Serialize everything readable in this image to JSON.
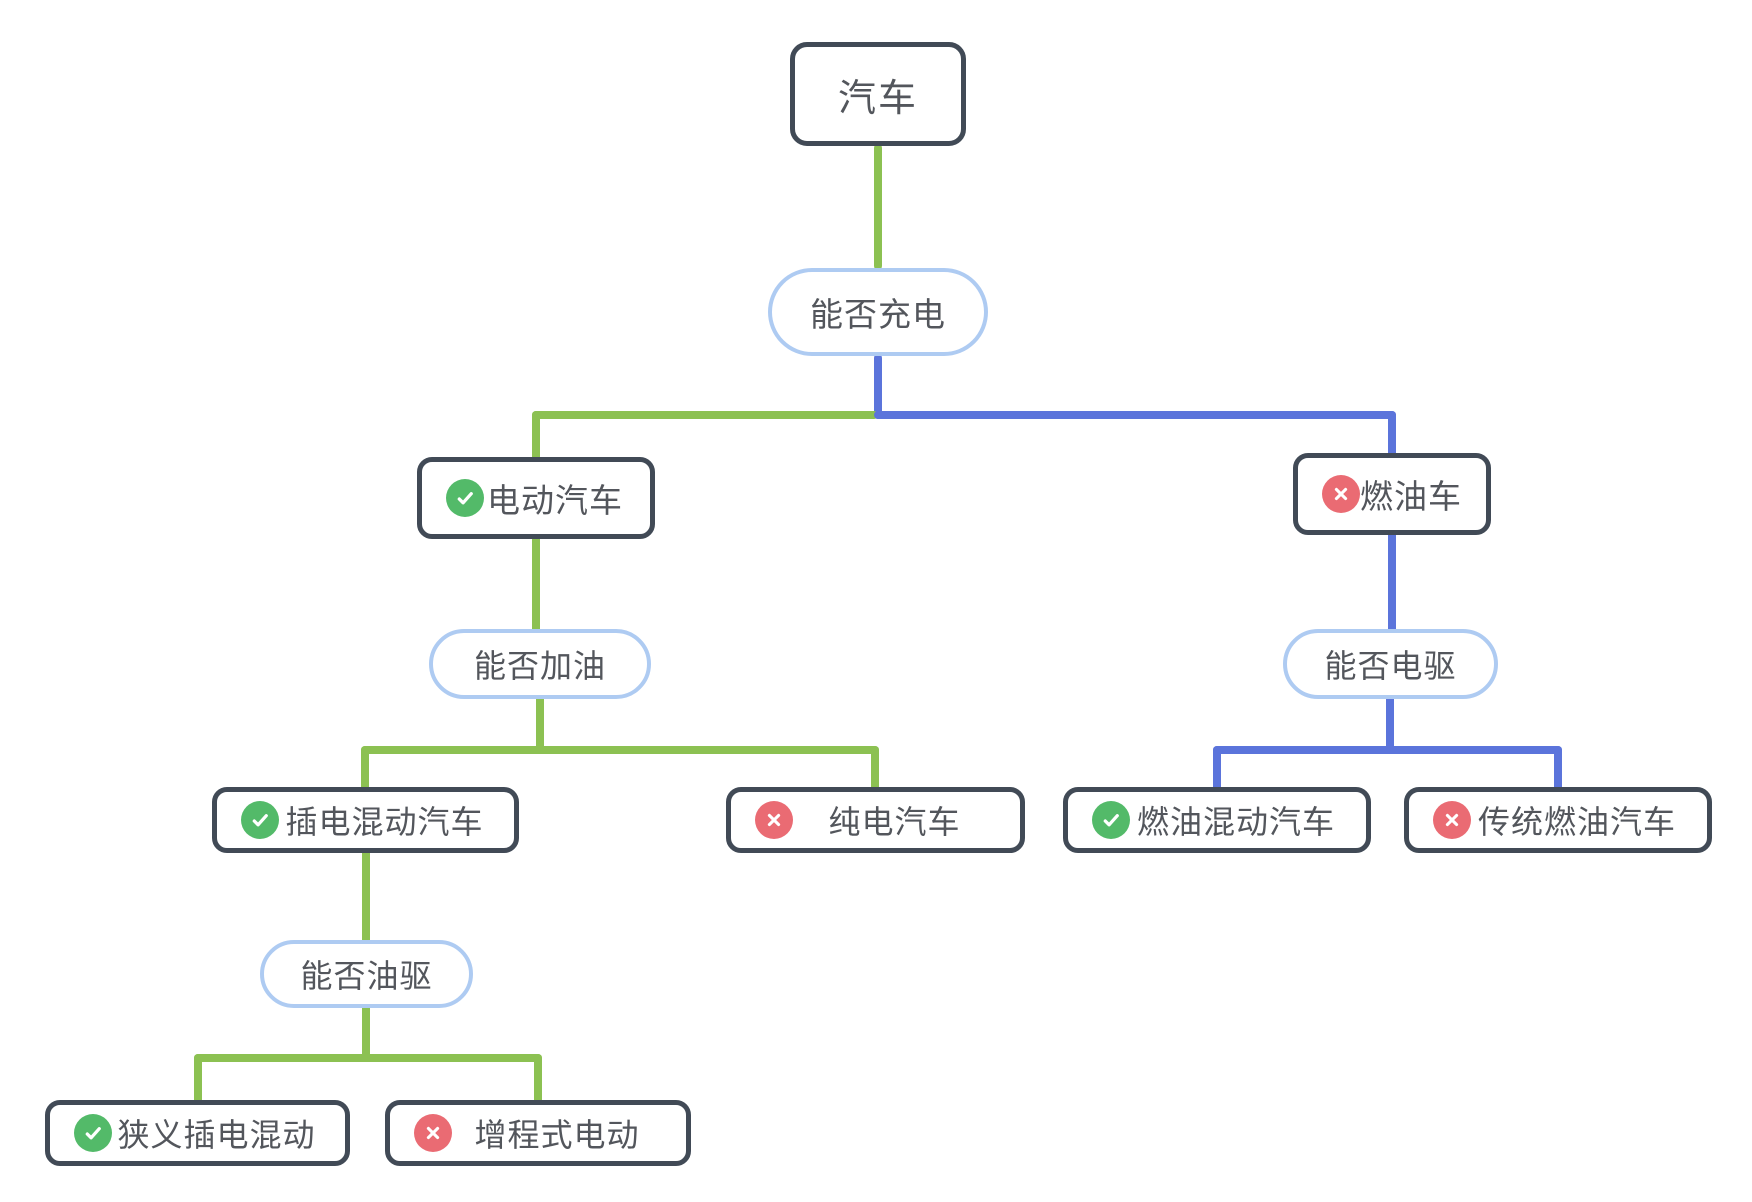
{
  "colors": {
    "connector_green": "#8CC152",
    "connector_blue": "#5B74DB",
    "node_border": "#414A56",
    "pill_border": "#AECBF2",
    "icon_yes_bg": "#53BA69",
    "icon_no_bg": "#EA6B73",
    "icon_glyph": "#FFFFFF",
    "text": "#53565C",
    "background": "#FFFFFF"
  },
  "diagram": {
    "root": {
      "label": "汽车"
    },
    "questions": {
      "charge": {
        "label": "能否充电"
      },
      "refuel": {
        "label": "能否加油"
      },
      "oil_drive": {
        "label": "能否油驱"
      },
      "electric_drive": {
        "label": "能否电驱"
      }
    },
    "results": {
      "ev": {
        "label": "电动汽车",
        "verdict": "yes"
      },
      "fuel_car": {
        "label": "燃油车",
        "verdict": "no"
      },
      "phev": {
        "label": "插电混动汽车",
        "verdict": "yes"
      },
      "bev": {
        "label": "纯电汽车",
        "verdict": "no"
      },
      "narrow_phev": {
        "label": "狭义插电混动",
        "verdict": "yes"
      },
      "erev": {
        "label": "增程式电动",
        "verdict": "no"
      },
      "fuel_hybrid": {
        "label": "燃油混动汽车",
        "verdict": "yes"
      },
      "traditional_ice": {
        "label": "传统燃油汽车",
        "verdict": "no"
      }
    },
    "edges": [
      {
        "from": "root",
        "to": "charge",
        "color": "green"
      },
      {
        "from": "charge",
        "to": "ev",
        "branch": "yes",
        "color": "green"
      },
      {
        "from": "charge",
        "to": "fuel_car",
        "branch": "no",
        "color": "blue"
      },
      {
        "from": "ev",
        "to": "refuel",
        "color": "green"
      },
      {
        "from": "refuel",
        "to": "phev",
        "branch": "yes",
        "color": "green"
      },
      {
        "from": "refuel",
        "to": "bev",
        "branch": "no",
        "color": "green"
      },
      {
        "from": "phev",
        "to": "oil_drive",
        "color": "green"
      },
      {
        "from": "oil_drive",
        "to": "narrow_phev",
        "branch": "yes",
        "color": "green"
      },
      {
        "from": "oil_drive",
        "to": "erev",
        "branch": "no",
        "color": "green"
      },
      {
        "from": "fuel_car",
        "to": "electric_drive",
        "color": "blue"
      },
      {
        "from": "electric_drive",
        "to": "fuel_hybrid",
        "branch": "yes",
        "color": "blue"
      },
      {
        "from": "electric_drive",
        "to": "traditional_ice",
        "branch": "no",
        "color": "blue"
      }
    ]
  }
}
